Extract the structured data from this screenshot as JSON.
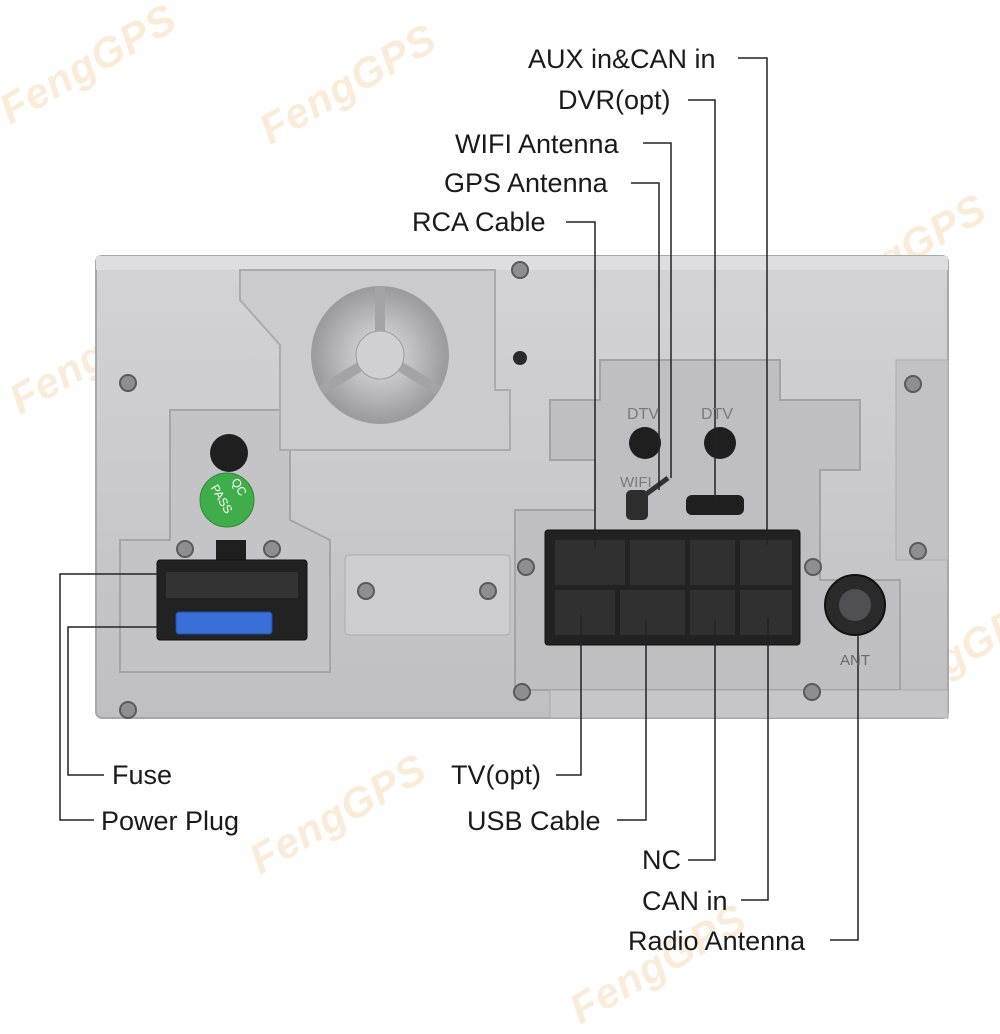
{
  "watermark": "FengGPS",
  "callouts": {
    "aux_can": "AUX in&CAN in",
    "dvr": "DVR(opt)",
    "wifi_antenna": "WIFI Antenna",
    "gps_antenna": "GPS Antenna",
    "rca_cable": "RCA Cable",
    "fuse": "Fuse",
    "power_plug": "Power Plug",
    "tv": "TV(opt)",
    "usb_cable": "USB Cable",
    "nc": "NC",
    "can_in": "CAN in",
    "radio_antenna": "Radio Antenna"
  },
  "device_markings": {
    "dtv_left": "DTV",
    "dtv_right": "DTV",
    "wifi": "WIFI",
    "ant": "ANT",
    "sticker_line1": "QC",
    "sticker_line2": "PASS"
  },
  "colors": {
    "panel": "#c9c9cb",
    "panel_dark": "#a9a9ab",
    "connector": "#222222",
    "sticker": "#3fae4a",
    "fuse": "#3b6fd8"
  }
}
